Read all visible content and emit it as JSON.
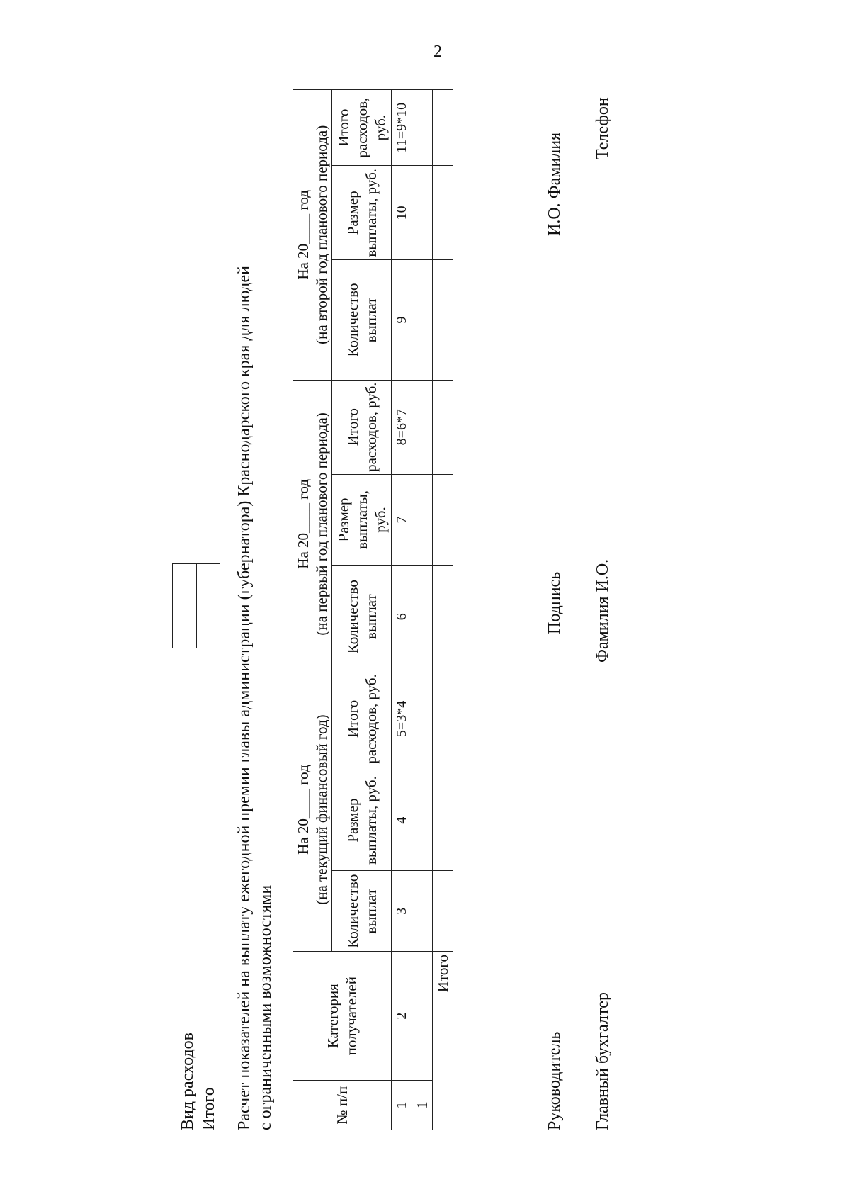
{
  "page_number": "2",
  "expense": {
    "label": "Вид расходов",
    "total": "Итого"
  },
  "title": {
    "line1": "Расчет показателей на выплату ежегодной премии главы администрации (губернатора) Краснодарского края для людей",
    "line2": "с ограниченными возможностями"
  },
  "table": {
    "col_num": "№ п/п",
    "col_category": "Категория получателей",
    "periods": [
      {
        "year": "На 20____ год",
        "period": "(на текущий финансовый год)"
      },
      {
        "year": "На 20____ год",
        "period": "(на первый год планового периода)"
      },
      {
        "year": "На 20____ год",
        "period": "(на второй год планового периода)"
      }
    ],
    "sub": {
      "count": "Количество выплат",
      "size": "Размер выплаты, руб.",
      "total": "Итого расходов, руб."
    },
    "numbers": [
      "1",
      "2",
      "3",
      "4",
      "5=3*4",
      "6",
      "7",
      "8=6*7",
      "9",
      "10",
      "11=9*10"
    ],
    "row1_num": "1",
    "total_label": "Итого"
  },
  "signatures": {
    "head": "Руководитель",
    "signature": "Подпись",
    "head_name": "И.О. Фамилия",
    "accountant": "Главный бухгалтер",
    "accountant_name": "Фамилия И.О.",
    "phone": "Телефон"
  }
}
